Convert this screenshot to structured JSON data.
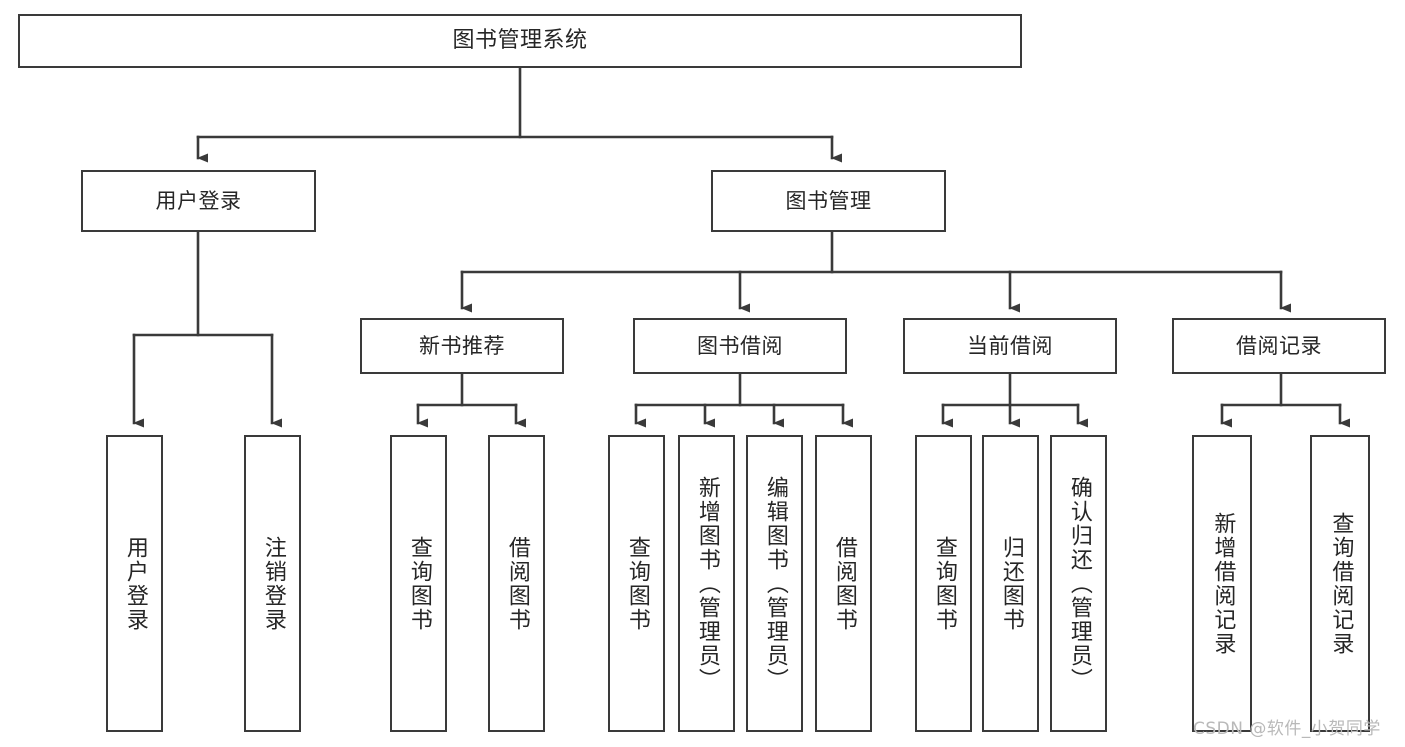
{
  "diagram": {
    "title": "图书管理系统",
    "type": "tree-hierarchy-chart",
    "colors": {
      "box_border": "#3a3a3a",
      "box_fill": "#ffffff",
      "text": "#262626",
      "edge": "#3a3a3a",
      "watermark": "#b9b9b9",
      "background": "#ffffff"
    },
    "nodes": {
      "root": {
        "label": "图书管理系统"
      },
      "level2": [
        {
          "id": "user-login",
          "label": "用户登录"
        },
        {
          "id": "book-manage",
          "label": "图书管理"
        }
      ],
      "level3": [
        {
          "id": "new-book-recommend",
          "label": "新书推荐"
        },
        {
          "id": "book-borrow",
          "label": "图书借阅"
        },
        {
          "id": "current-borrow",
          "label": "当前借阅"
        },
        {
          "id": "borrow-record",
          "label": "借阅记录"
        }
      ],
      "leaves": {
        "user_login": [
          {
            "id": "leaf-user-login",
            "label": "用户登录"
          },
          {
            "id": "leaf-user-logout",
            "label": "注销登录"
          }
        ],
        "new_book_recommend": [
          {
            "id": "leaf-query-book-1",
            "label": "查询图书"
          },
          {
            "id": "leaf-borrow-book-1",
            "label": "借阅图书"
          }
        ],
        "book_borrow": [
          {
            "id": "leaf-query-book-2",
            "label": "查询图书"
          },
          {
            "id": "leaf-add-book",
            "label": "新增图书（管理员）"
          },
          {
            "id": "leaf-edit-book",
            "label": "编辑图书（管理员）"
          },
          {
            "id": "leaf-borrow-book-2",
            "label": "借阅图书"
          }
        ],
        "current_borrow": [
          {
            "id": "leaf-query-book-3",
            "label": "查询图书"
          },
          {
            "id": "leaf-return-book",
            "label": "归还图书"
          },
          {
            "id": "leaf-confirm-return",
            "label": "确认归还（管理员）"
          }
        ],
        "borrow_record": [
          {
            "id": "leaf-add-record",
            "label": "新增借阅记录"
          },
          {
            "id": "leaf-query-record",
            "label": "查询借阅记录"
          }
        ]
      }
    },
    "watermark": "CSDN @软件_小贺同学"
  }
}
